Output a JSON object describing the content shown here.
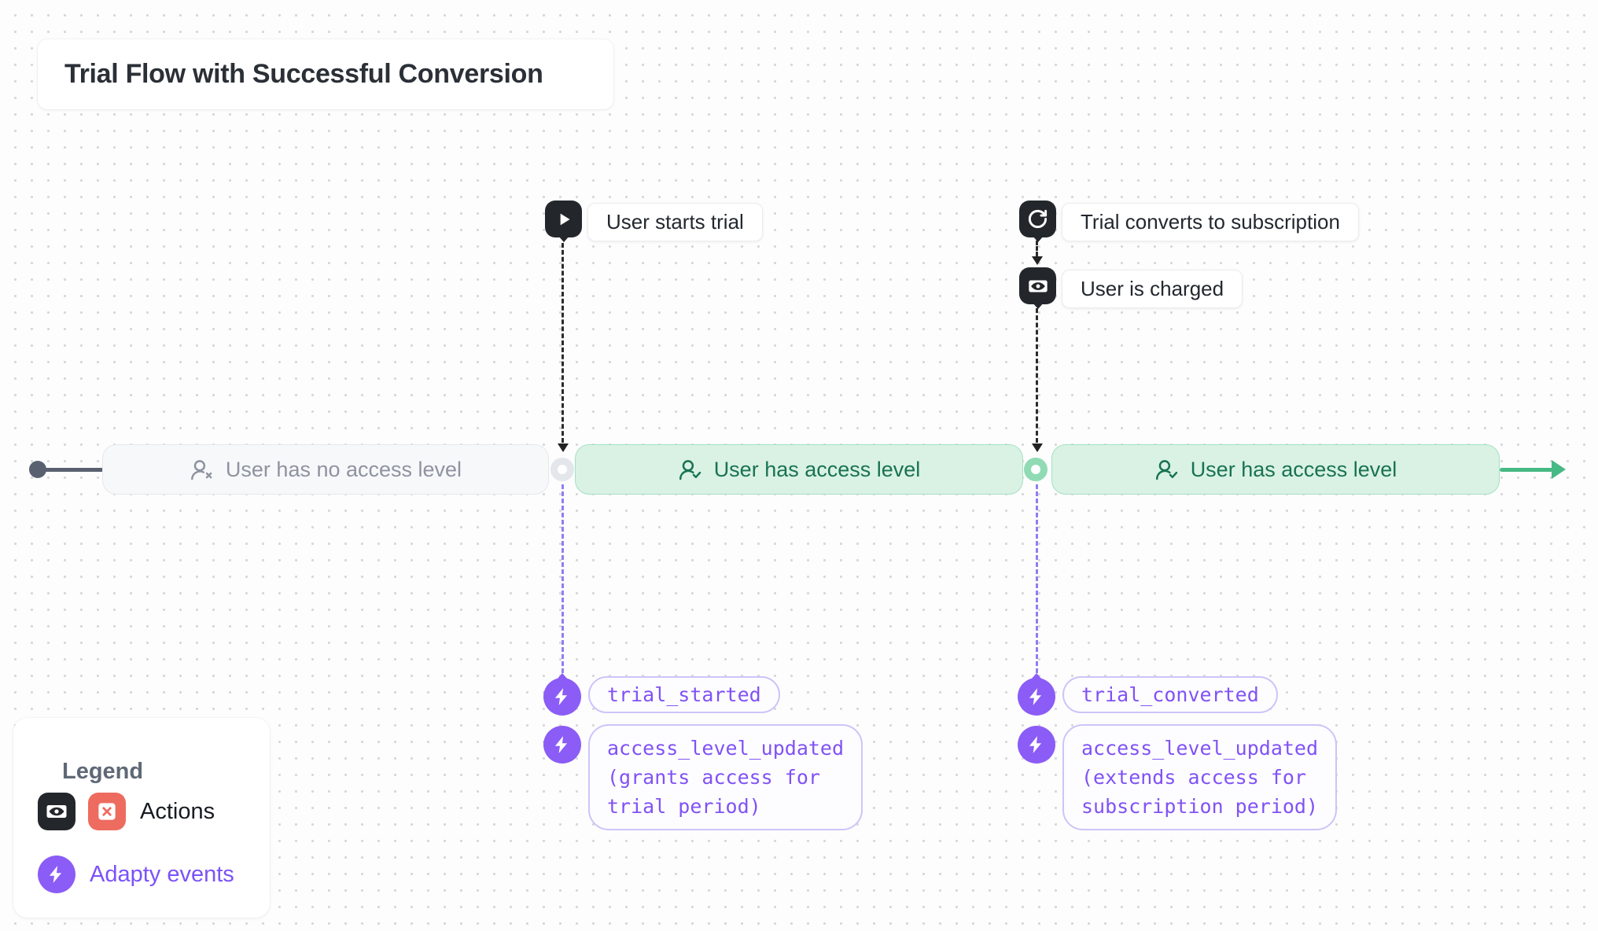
{
  "title": "Trial Flow with Successful Conversion",
  "markers": {
    "user_starts_trial": {
      "label": "User starts trial",
      "icon": "play-icon"
    },
    "trial_converts": {
      "label": "Trial converts to subscription",
      "icon": "rotate-cw-icon"
    },
    "user_charged": {
      "label": "User is charged",
      "icon": "banknote-icon"
    }
  },
  "timeline": {
    "segments": [
      {
        "label": "User has no access level",
        "state": "no-access",
        "icon": "user-round-x-icon"
      },
      {
        "label": "User has access level",
        "state": "access",
        "icon": "user-round-check-icon"
      },
      {
        "label": "User has access level",
        "state": "access",
        "icon": "user-round-check-icon"
      }
    ]
  },
  "events": {
    "left": [
      {
        "label": "trial_started"
      },
      {
        "label": "access_level_updated\n(grants access for\ntrial period)"
      }
    ],
    "right": [
      {
        "label": "trial_converted"
      },
      {
        "label": "access_level_updated\n(extends access for\nsubscription period)"
      }
    ]
  },
  "legend": {
    "title": "Legend",
    "actions_label": "Actions",
    "adapty_events_label": "Adapty events"
  },
  "colors": {
    "accent_purple": "#8b5cf6",
    "event_text_purple": "#8152f5",
    "green_fill": "#d9f2e4",
    "green_border": "#a6e0c4",
    "green_text": "#197253",
    "green_arrow": "#47b985",
    "gray_fill": "#f7f8fa",
    "gray_text": "#8d93a0",
    "dark_icon": "#23272c",
    "red_action": "#ee6b60",
    "timeline_start": "#596070"
  }
}
